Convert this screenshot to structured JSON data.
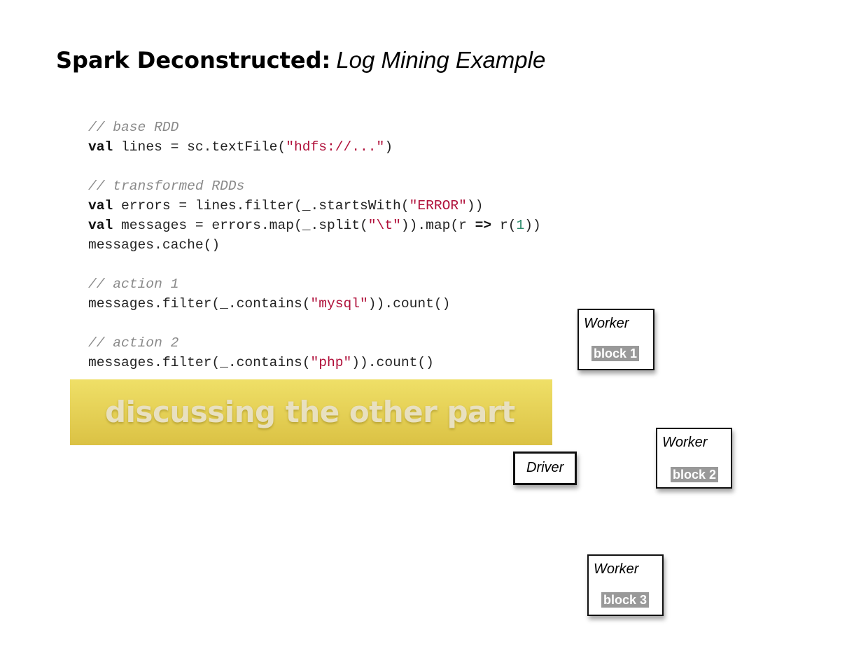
{
  "title": {
    "bold": "Spark Deconstructed:",
    "italic": "Log Mining Example"
  },
  "code": [
    [
      {
        "t": "com",
        "v": "// base RDD"
      }
    ],
    [
      {
        "t": "kw",
        "v": "val"
      },
      {
        "t": "plain",
        "v": " lines = sc.textFile("
      },
      {
        "t": "str",
        "v": "\"hdfs://...\""
      },
      {
        "t": "plain",
        "v": ")"
      }
    ],
    [],
    [
      {
        "t": "com",
        "v": "// transformed RDDs"
      }
    ],
    [
      {
        "t": "kw",
        "v": "val"
      },
      {
        "t": "plain",
        "v": " errors = lines.filter(_.startsWith("
      },
      {
        "t": "str",
        "v": "\"ERROR\""
      },
      {
        "t": "plain",
        "v": "))"
      }
    ],
    [
      {
        "t": "kw",
        "v": "val"
      },
      {
        "t": "plain",
        "v": " messages = errors.map(_.split("
      },
      {
        "t": "str",
        "v": "\"\\t\""
      },
      {
        "t": "plain",
        "v": ")).map(r "
      },
      {
        "t": "kw",
        "v": "=>"
      },
      {
        "t": "plain",
        "v": " r("
      },
      {
        "t": "num",
        "v": "1"
      },
      {
        "t": "plain",
        "v": "))"
      }
    ],
    [
      {
        "t": "plain",
        "v": "messages.cache()"
      }
    ],
    [],
    [
      {
        "t": "com",
        "v": "// action 1"
      }
    ],
    [
      {
        "t": "plain",
        "v": "messages.filter(_.contains("
      },
      {
        "t": "str",
        "v": "\"mysql\""
      },
      {
        "t": "plain",
        "v": ")).count()"
      }
    ],
    [],
    [
      {
        "t": "com",
        "v": "// action 2"
      }
    ],
    [
      {
        "t": "plain",
        "v": "messages.filter(_.contains("
      },
      {
        "t": "str",
        "v": "\"php\""
      },
      {
        "t": "plain",
        "v": ")).count()"
      }
    ]
  ],
  "overlay": {
    "text": "discussing the other part",
    "color": "#e6cf48"
  },
  "diagram": {
    "driver": "Driver",
    "workers": [
      {
        "label": "Worker",
        "block": "block 1"
      },
      {
        "label": "Worker",
        "block": "block 2"
      },
      {
        "label": "Worker",
        "block": "block 3"
      }
    ]
  }
}
